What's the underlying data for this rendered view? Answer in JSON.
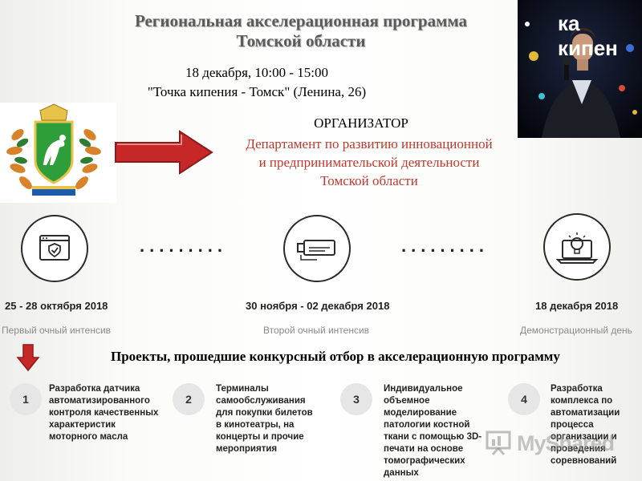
{
  "header": {
    "title_line1": "Региональная акселерационная программа",
    "title_line2": "Томской области",
    "date_time": "18 декабря, 10:00 - 15:00",
    "venue": "\"Точка кипения - Томск\" (Ленина, 26)"
  },
  "photo": {
    "backdrop_text": "ка кипен"
  },
  "organizer": {
    "heading": "ОРГАНИЗАТОР",
    "line1": "Департамент по развитию инновационной",
    "line2": "и предпринимательской деятельности",
    "line3": "Томской области"
  },
  "timeline": {
    "stages": [
      {
        "date": "25 - 28 октября 2018",
        "label": "Первый очный интенсив",
        "icon": "shield-check-monitor-icon"
      },
      {
        "date": "30 ноября - 02 декабря 2018",
        "label": "Второй очный интенсив",
        "icon": "usb-drive-icon"
      },
      {
        "date": "18 декабря 2018",
        "label": "Демонстрационный день",
        "icon": "lightbulb-laptop-icon"
      }
    ],
    "dots": "........."
  },
  "projects": {
    "title": "Проекты, прошедшие конкурсный отбор в акселерационную программу",
    "items": [
      {
        "num": "1",
        "text": "Разработка датчика автоматизированного контроля качественных характеристик моторного масла"
      },
      {
        "num": "2",
        "text": "Терминалы самообслуживания для покупки билетов в кинотеатры, на концерты и прочие мероприятия"
      },
      {
        "num": "3",
        "text": "Индивидуальное объемное моделирование патологии костной ткани с помощью 3D-печати на основе томографических данных"
      },
      {
        "num": "4",
        "text": "Разработка комплекса по автоматизации процесса организации и проведения соревнований"
      }
    ]
  },
  "watermark": "MyShared",
  "colors": {
    "accent_red": "#c0392b",
    "arrow_red": "#c62828",
    "emblem_green": "#2e9e3a"
  }
}
